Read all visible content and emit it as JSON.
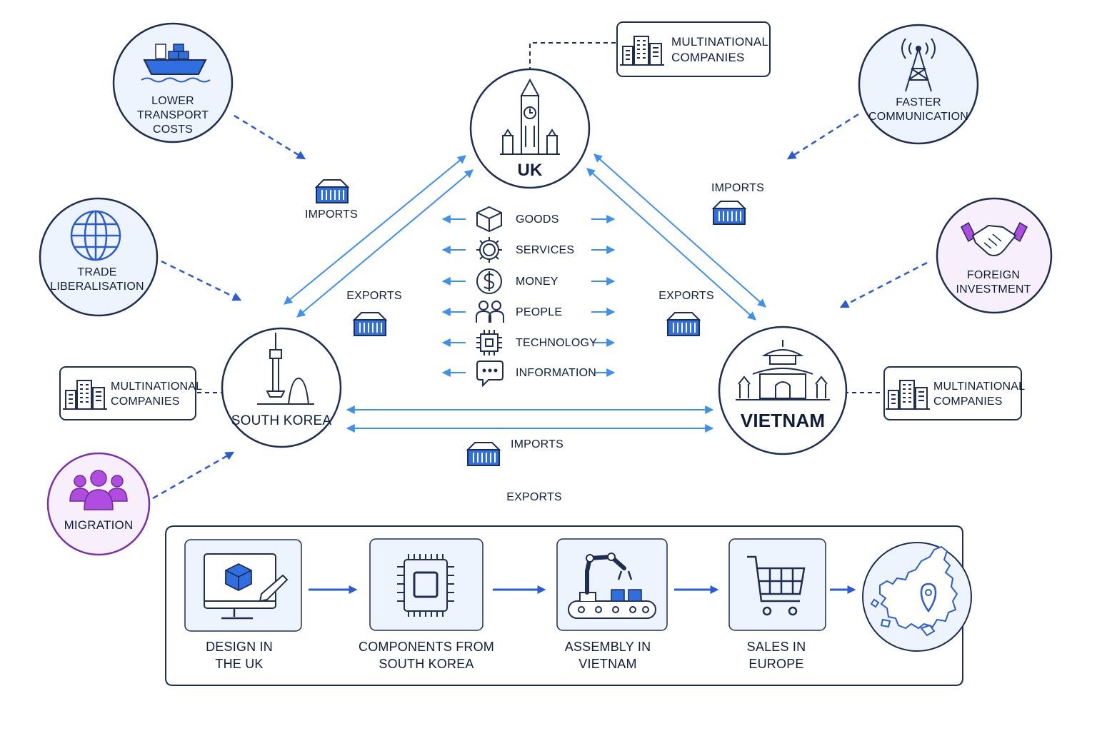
{
  "countries": {
    "uk": "UK",
    "south_korea": "SOUTH KOREA",
    "vietnam": "VIETNAM"
  },
  "factors": {
    "lower_transport_costs": [
      "LOWER",
      "TRANSPORT",
      "COSTS"
    ],
    "trade_liberalisation": [
      "TRADE",
      "LIBERALISATION"
    ],
    "migration": [
      "MIGRATION"
    ],
    "faster_communication": [
      "FASTER",
      "COMMUNICATION"
    ],
    "foreign_investment": [
      "FOREIGN",
      "INVESTMENT"
    ]
  },
  "multinational_companies": [
    "MULTINATIONAL",
    "COMPANIES"
  ],
  "flows": [
    "GOODS",
    "SERVICES",
    "MONEY",
    "PEOPLE",
    "TECHNOLOGY",
    "INFORMATION"
  ],
  "trade": {
    "imports": "IMPORTS",
    "exports": "EXPORTS"
  },
  "supply_chain": [
    [
      "DESIGN IN",
      "THE UK"
    ],
    [
      "COMPONENTS FROM",
      "SOUTH KOREA"
    ],
    [
      "ASSEMBLY IN",
      "VIETNAM"
    ],
    [
      "SALES IN",
      "EUROPE"
    ]
  ],
  "colors": {
    "navy": "#1e2d52",
    "blue": "#2a5bd7",
    "arrow_blue": "#3d8ff2",
    "light_blue_fill": "#eef4fe",
    "purple": "#b04ce0",
    "light_purple_fill": "#f7f0fc"
  },
  "icons": {
    "lower_transport_costs": "cargo-ship-icon",
    "trade_liberalisation": "globe-icon",
    "migration": "people-group-icon",
    "faster_communication": "radio-tower-icon",
    "foreign_investment": "handshake-icon",
    "uk": "big-ben-icon",
    "south_korea": "seoul-tower-icon",
    "vietnam": "pagoda-icon",
    "multinational_companies": "office-buildings-icon",
    "trade": "shipping-container-icon",
    "goods": "box-icon",
    "services": "gear-icon",
    "money": "dollar-coin-icon",
    "people": "people-icon",
    "technology": "chip-icon",
    "information": "chat-bubble-icon",
    "design": "monitor-design-icon",
    "components": "chip-icon",
    "assembly": "robot-arm-icon",
    "sales": "shopping-cart-icon",
    "europe": "europe-map-icon"
  }
}
